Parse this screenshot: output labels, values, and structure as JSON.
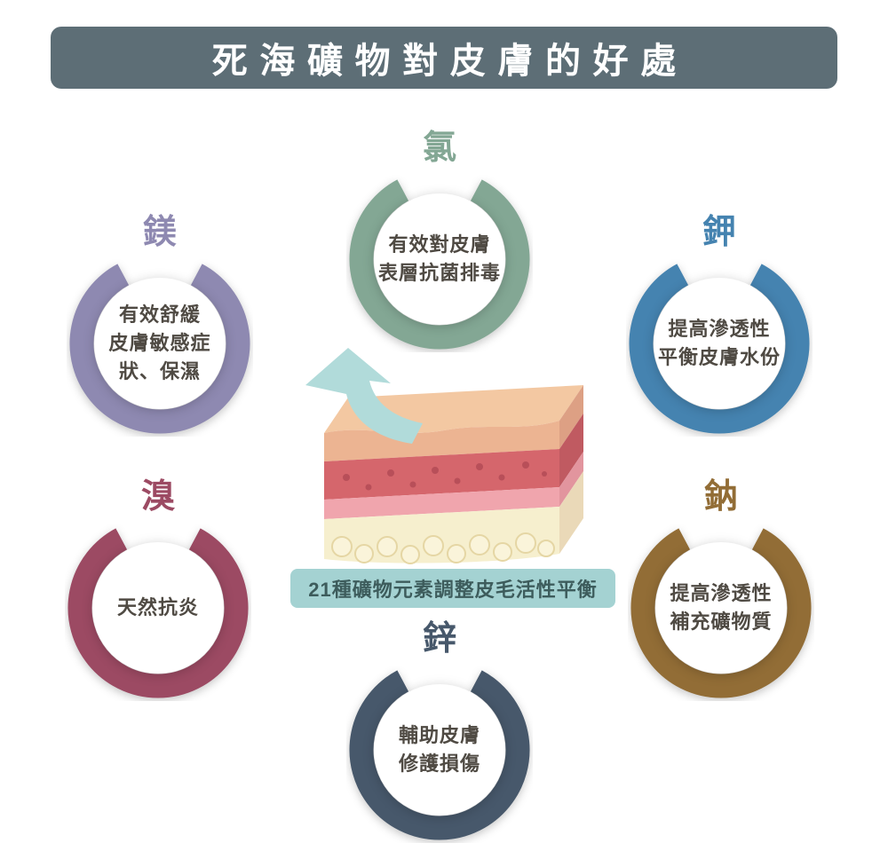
{
  "title": "死海礦物對皮膚的好處",
  "colors": {
    "banner_bg": "#5d6e76",
    "banner_text": "#ffffff",
    "benefit_text": "#4f4a43"
  },
  "center": {
    "caption": "21種礦物元素調整皮毛活性平衡",
    "caption_bg": "#a4d2d2",
    "caption_text": "#3d5c5c",
    "arrow_color": "#b1dbda"
  },
  "minerals": [
    {
      "name": "chlorine",
      "symbol": "氯",
      "color": "#83a794",
      "lines": [
        "有效對皮膚",
        "表層抗菌排毒",
        ""
      ]
    },
    {
      "name": "magnesium",
      "symbol": "鎂",
      "color": "#8e89b1",
      "lines": [
        "有效舒緩",
        "皮膚敏感症",
        "狀、保濕"
      ]
    },
    {
      "name": "potassium",
      "symbol": "鉀",
      "color": "#4583b0",
      "lines": [
        "提高滲透性",
        "平衡皮膚水份",
        ""
      ]
    },
    {
      "name": "bromine",
      "symbol": "溴",
      "color": "#9c4a63",
      "lines": [
        "天然抗炎",
        "",
        ""
      ]
    },
    {
      "name": "sodium",
      "symbol": "鈉",
      "color": "#926d36",
      "lines": [
        "提高滲透性",
        "補充礦物質",
        ""
      ]
    },
    {
      "name": "zinc",
      "symbol": "鋅",
      "color": "#47586b",
      "lines": [
        "輔助皮膚",
        "修護損傷",
        ""
      ]
    }
  ]
}
